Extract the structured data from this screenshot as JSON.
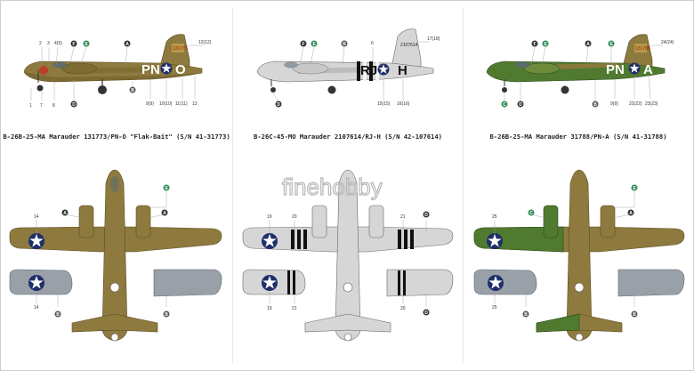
{
  "profiles": [
    {
      "caption": "B-26B-25-MA Marauder 131773/PN-O \"Flak-Bait\" (S/N 41-31773)",
      "fuselage_code": "PN",
      "aircraft_letter": "O",
      "tail_number": "131773",
      "tail_callout": "12(12)",
      "top_callouts": [
        "2",
        "3",
        "4(5)",
        "F",
        "E",
        "A",
        "B"
      ],
      "bottom_callouts": [
        "1",
        "7",
        "8",
        "D",
        "9(9)",
        "10(10)",
        "11(11)",
        "13"
      ],
      "plan_callouts": [
        "E",
        "A",
        "A",
        "14",
        "14",
        "B",
        "B"
      ]
    },
    {
      "caption": "B-26C-45-MO Marauder 2107614/RJ-H (S/N 42-107614)",
      "fuselage_code": "RJ",
      "aircraft_letter": "H",
      "tail_number": "2107614",
      "tail_callout": "17(18)",
      "top_callouts": [
        "F",
        "E",
        "B",
        "6"
      ],
      "bottom_callouts": [
        "D",
        "15(15)",
        "16(16)"
      ],
      "plan_callouts": [
        "19",
        "20",
        "21",
        "D",
        "D",
        "19",
        "21",
        "20"
      ]
    },
    {
      "caption": "B-26B-25-MA Marauder 31788/PN-A (S/N 41-31788)",
      "fuselage_code": "PN",
      "aircraft_letter": "A",
      "tail_number": "131788",
      "tail_callout": "24(24)",
      "top_callouts": [
        "F",
        "E",
        "A",
        "E"
      ],
      "bottom_callouts": [
        "C",
        "D",
        "B",
        "9(9)",
        "22(22)",
        "23(23)"
      ],
      "plan_callouts": [
        "E",
        "C",
        "A",
        "25",
        "25",
        "B",
        "B"
      ]
    }
  ],
  "watermark": "finehobby",
  "colors": {
    "olive_drab": "#8e7a3e",
    "olive_dark": "#6f5f2c",
    "green": "#4f7a2f",
    "natural_metal": "#d6d6d6",
    "neutral_gray": "#9aa0a8",
    "insignia_blue": "#1f2f6a",
    "badge_green": "#2e8b57"
  }
}
